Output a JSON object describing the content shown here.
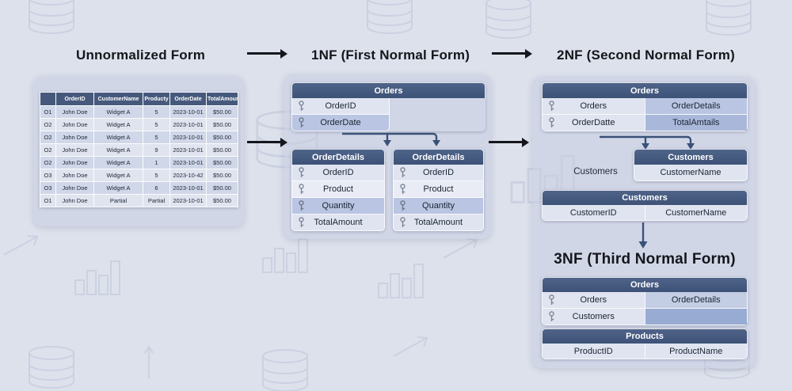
{
  "colors": {
    "background": "#dde1ec",
    "entity_header": "#44597e",
    "row_light": "#dfe4f0",
    "row_medium": "#b9c5e2",
    "row_dark": "#98abd2",
    "connector": "#3a5178",
    "flow_arrow": "#15171c"
  },
  "sections": {
    "unnormalized": {
      "title": "Unnormalized Form",
      "table": {
        "headers": [
          "",
          "OrderID",
          "CustomerName",
          "Producty",
          "OrderDate",
          "TotalAmount"
        ],
        "rows": [
          [
            "O1",
            "John Doe",
            "Widget A",
            "5",
            "2023-10-01",
            "$50.00"
          ],
          [
            "O2",
            "John Doe",
            "Widget A",
            "5",
            "2023-10-01",
            "$50.00"
          ],
          [
            "O2",
            "John Doe",
            "Widget A",
            "5",
            "2023-10-01",
            "$50.00"
          ],
          [
            "O2",
            "John Doe",
            "Widget A",
            "9",
            "2023-10-01",
            "$50.00"
          ],
          [
            "O2",
            "John Doe",
            "Widget A",
            "1",
            "2023-10-01",
            "$50.00"
          ],
          [
            "O3",
            "John Doe",
            "Widget A",
            "5",
            "2023-10-42",
            "$50.00"
          ],
          [
            "O3",
            "John Doe",
            "Widget A",
            "6",
            "2023-10-01",
            "$50.00"
          ],
          [
            "O1",
            "John Doe",
            "Partial",
            "Partial",
            "2023-10-01",
            "$50.00"
          ]
        ]
      }
    },
    "first_normal_form": {
      "title": "1NF (First Normal Form)",
      "orders": {
        "title": "Orders",
        "fields": [
          "OrderID",
          "OrderDate"
        ]
      },
      "order_details_left": {
        "title": "OrderDetails",
        "fields": [
          "OrderID",
          "Product",
          "Quantity",
          "TotalAmount"
        ]
      },
      "order_details_right": {
        "title": "OrderDetails",
        "fields": [
          "OrderID",
          "Product",
          "Quantity",
          "TotalAmount"
        ]
      }
    },
    "second_normal_form": {
      "title": "2NF (Second Normal Form)",
      "orders": {
        "title": "Orders",
        "rows": [
          [
            "Orders",
            "OrderDetails"
          ],
          [
            "OrderDatte",
            "TotalAmtails"
          ]
        ]
      },
      "customers_label": "Customers",
      "customers_small": {
        "title": "Customers",
        "fields": [
          "CustomerName"
        ]
      },
      "customers": {
        "title": "Customers",
        "columns": [
          "CustomerID",
          "CustomerName"
        ]
      }
    },
    "third_normal_form": {
      "title": "3NF (Third Normal Form)",
      "orders": {
        "title": "Orders",
        "rows": [
          [
            "Orders",
            "OrderDetails"
          ],
          [
            "Customers",
            ""
          ]
        ]
      },
      "products": {
        "title": "Products",
        "columns": [
          "ProductID",
          "ProductName"
        ]
      }
    }
  },
  "icons": {
    "key": "key-icon",
    "watermarks": [
      "database-cylinder-icon",
      "bar-chart-icon",
      "trend-arrow-icon"
    ]
  }
}
